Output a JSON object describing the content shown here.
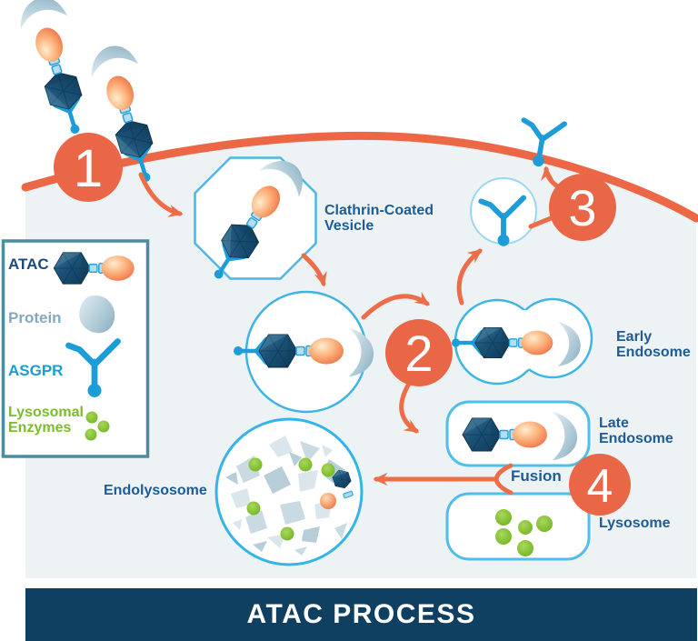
{
  "banner": {
    "title": "ATAC PROCESS"
  },
  "steps": [
    {
      "number": "1"
    },
    {
      "number": "2"
    },
    {
      "number": "3"
    },
    {
      "number": "4"
    }
  ],
  "labels": {
    "clathrin_vesicle": [
      "Clathrin-Coated",
      "Vesicle"
    ],
    "early_endosome": [
      "Early",
      "Endosome"
    ],
    "late_endosome": [
      "Late",
      "Endosome"
    ],
    "fusion": "Fusion",
    "lysosome": "Lysosome",
    "endolysosome": "Endolysosome"
  },
  "legend": {
    "items": [
      {
        "id": "atac",
        "label": "ATAC",
        "icon": "atac-molecule-icon",
        "color": "#1B4B7C"
      },
      {
        "id": "protein",
        "label": "Protein",
        "icon": "protein-blob-icon",
        "color": "#84A9BE"
      },
      {
        "id": "asgpr",
        "label": "ASGPR",
        "icon": "asgpr-receptor-icon",
        "color": "#1B9CD8"
      },
      {
        "id": "lysosomal-enzymes",
        "label": "Lysosomal Enzymes",
        "icon": "enzyme-dots-icon",
        "color": "#7CBB2B"
      }
    ]
  },
  "colors": {
    "accent_orange": "#E96746",
    "membrane_orange": "#EB6745",
    "arrow_orange": "#ED6D49",
    "label_navy": "#1D5C94",
    "banner_navy": "#0F3F61",
    "receptor_blue": "#1C9CD8",
    "enzyme_green": "#7CBB2B",
    "cell_fill": "#EDF2F5",
    "vesicle_border_blue": "#3FB3E5"
  }
}
